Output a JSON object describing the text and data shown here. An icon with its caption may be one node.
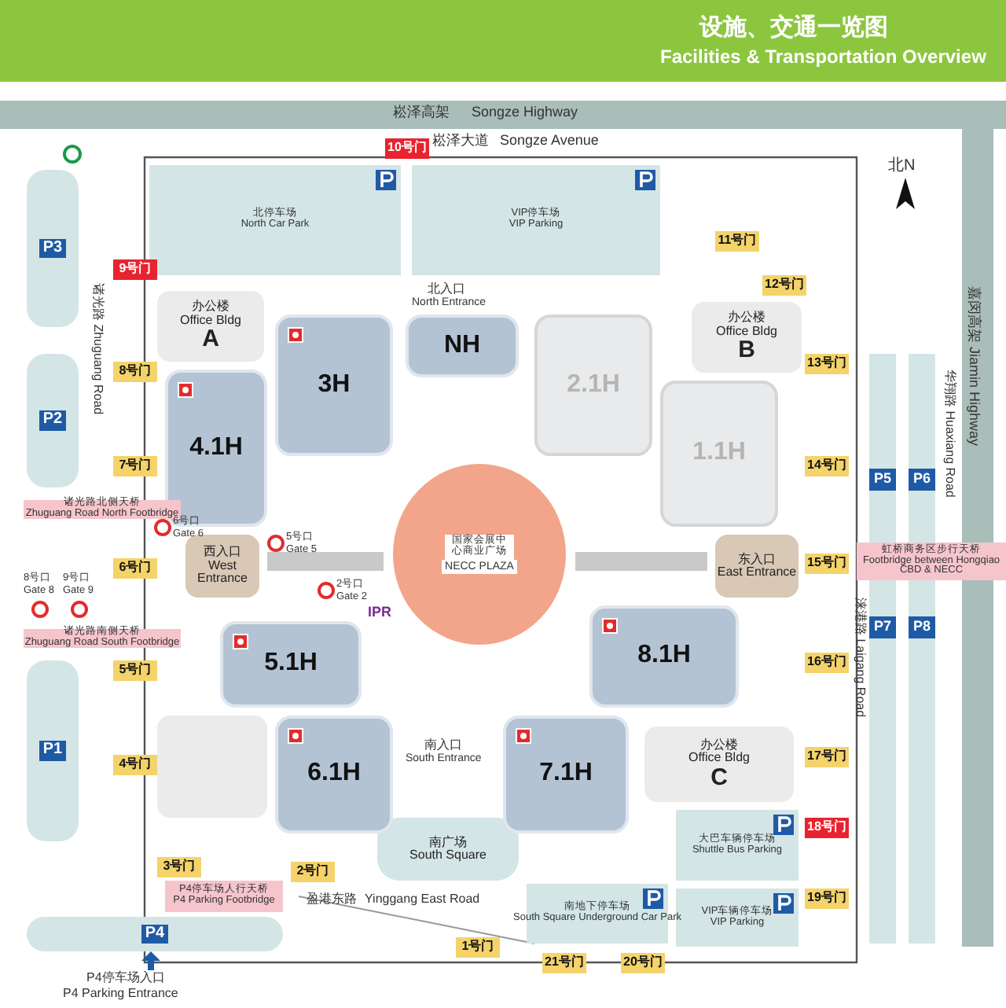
{
  "diagram": {
    "title": "设施、交通一览图",
    "nodes": [
      {
        "text": [
          "P3"
        ]
      },
      {
        "text": [
          "P2"
        ]
      },
      {
        "text": [
          "P1"
        ]
      },
      {
        "text": [
          "P4"
        ]
      },
      {
        "text": [
          "P5"
        ]
      },
      {
        "text": [
          "P6"
        ]
      },
      {
        "text": [
          "P7"
        ]
      },
      {
        "text": [
          "P8"
        ]
      },
      {
        "text": [
          "北停车场",
          "North Car Park"
        ]
      },
      {
        "text": [
          "VIP停车场",
          "VIP Parking"
        ]
      },
      {
        "text": [
          "大巴车辆停车场",
          "Shuttle Bus Parking"
        ]
      },
      {
        "text": [
          "VIP车辆停车场",
          "VIP Parking"
        ]
      },
      {
        "text": [
          "南地下停车场",
          "South Square Underground Car Park"
        ]
      },
      {
        "text": [
          "南广场",
          "South Square"
        ]
      },
      {
        "text": [
          "NH"
        ]
      },
      {
        "text": [
          "3H"
        ]
      },
      {
        "text": [
          "4.1H"
        ]
      },
      {
        "text": [
          "2.1H"
        ]
      },
      {
        "text": [
          "1.1H"
        ]
      },
      {
        "text": [
          "5.1H"
        ]
      },
      {
        "text": [
          "6.1H"
        ]
      },
      {
        "text": [
          "7.1H"
        ]
      },
      {
        "text": [
          "8.1H"
        ]
      },
      {
        "text": [
          "办公楼",
          "Office Bldg",
          "A"
        ]
      },
      {
        "text": [
          "办公楼",
          "Office Bldg",
          "B"
        ]
      },
      {
        "text": [
          "办公楼",
          "Office Bldg",
          "C"
        ]
      },
      {
        "text": [],
        "shape": "box"
      },
      {
        "text": [
          "国家会展中心商业广场",
          "NECC PLAZA"
        ]
      },
      {
        "text": [
          "西入口",
          "West Entrance"
        ]
      },
      {
        "text": [
          "东入口",
          "East Entrance"
        ]
      },
      {
        "text": [
          "诸光路北侧天桥",
          "Zhuguang Road North Footbridge"
        ]
      },
      {
        "text": [
          "诸光路南侧天桥",
          "Zhuguang Road South Footbridge"
        ]
      },
      {
        "text": [
          "虹桥商务区步行天桥",
          "Footbridge between Hongqiao CBD & NECC"
        ]
      },
      {
        "text": [
          "P4停车场人行天桥",
          "P4 Parking Footbridge"
        ]
      },
      {
        "text": [
          "1号门"
        ]
      },
      {
        "text": [
          "2号门"
        ]
      },
      {
        "text": [
          "3号门"
        ]
      },
      {
        "text": [
          "4号门"
        ]
      },
      {
        "text": [
          "5号门"
        ]
      },
      {
        "text": [
          "6号门"
        ]
      },
      {
        "text": [
          "7号门"
        ]
      },
      {
        "text": [
          "8号门"
        ]
      },
      {
        "text": [
          "9号门"
        ]
      },
      {
        "text": [
          "10号门"
        ]
      },
      {
        "text": [
          "11号门"
        ]
      },
      {
        "text": [
          "12号门"
        ]
      },
      {
        "text": [
          "13号门"
        ]
      },
      {
        "text": [
          "14号门"
        ]
      },
      {
        "text": [
          "15号门"
        ]
      },
      {
        "text": [
          "16号门"
        ]
      },
      {
        "text": [
          "17号门"
        ]
      },
      {
        "text": [
          "18号门"
        ]
      },
      {
        "text": [
          "19号门"
        ]
      },
      {
        "text": [
          "20号门"
        ]
      },
      {
        "text": [
          "21号门"
        ]
      }
    ],
    "labels": [
      "Facilities & Transportation Overview",
      "崧泽高架",
      "Songze Highway",
      "崧泽大道",
      "Songze Avenue",
      "北N",
      "诸光路 Zhuguang Road",
      "北入口",
      "North Entrance",
      "嘉闵高架 Jiamin Highway",
      "华翔路 Huaxiang Road",
      "6号口",
      "Gate 6",
      "5号口",
      "Gate 5",
      "2号口",
      "Gate 2",
      "8号口",
      "Gate 8",
      "9号口",
      "Gate 9",
      "IPR",
      "涞港路 Laigang Road",
      "南入口",
      "South Entrance",
      "盈港东路",
      "Yinggang East Road",
      "P4停车场入口",
      "P4 Parking Entrance"
    ]
  }
}
